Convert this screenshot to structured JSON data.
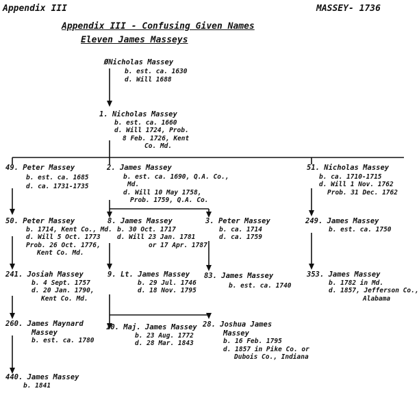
{
  "header": {
    "left": "Appendix III",
    "right": "MASSEY- 1736"
  },
  "title": {
    "line1": "Appendix III - Confusing Given Names",
    "line2": "Eleven James Masseys"
  },
  "people": [
    {
      "id": "p0",
      "lines": [
        "ØNicholas Massey",
        "b. est. ca. 1630",
        "d. Will 1688"
      ]
    },
    {
      "id": "p1",
      "lines": [
        "1. Nicholas Massey",
        "b. est. ca. 1660",
        "d. Will 1724, Prob.",
        "8 Feb. 1726, Kent",
        "Co. Md."
      ]
    },
    {
      "id": "p49",
      "lines": [
        "49. Peter Massey",
        "b. est. ca. 1685",
        "d. ca. 1731-1735"
      ]
    },
    {
      "id": "p2",
      "lines": [
        "2. James Massey",
        "b. est. ca. 1690, Q.A. Co.,",
        "Md.",
        "d. Will 10 May 1758,",
        "Prob. 1759, Q.A. Co."
      ]
    },
    {
      "id": "p51",
      "lines": [
        "51. Nicholas Massey",
        "b. ca. 1710-1715",
        "d. Will 1 Nov. 1762",
        "Prob. 31 Dec. 1762"
      ]
    },
    {
      "id": "p50",
      "lines": [
        "50. Peter Massey",
        "b. 1714, Kent Co., Md.",
        "d. Will 5 Oct. 1773",
        "Prob. 26 Oct. 1776,",
        "Kent Co. Md."
      ]
    },
    {
      "id": "p8",
      "lines": [
        "8. James Massey",
        "b. 30 Oct. 1717",
        "d. Will 23 Jan. 1781",
        "or 17 Apr. 1787"
      ]
    },
    {
      "id": "p3",
      "lines": [
        "3. Peter Massey",
        "b. ca. 1714",
        "d. ca. 1759"
      ]
    },
    {
      "id": "p249",
      "lines": [
        "249. James Massey",
        "b. est. ca. 1750"
      ]
    },
    {
      "id": "p241",
      "lines": [
        "241. Josiah Massey",
        "b. 4 Sept. 1757",
        "d. 20 Jan. 1790,",
        "Kent Co. Md."
      ]
    },
    {
      "id": "p9",
      "lines": [
        "9. Lt. James Massey",
        "b. 29 Jul. 1746",
        "d. 18 Nov. 1795"
      ]
    },
    {
      "id": "p83",
      "lines": [
        "83. James Massey",
        "b. est. ca. 1740"
      ]
    },
    {
      "id": "p353",
      "lines": [
        "353. James Massey",
        "b. 1782 in Md.",
        "d. 1857, Jefferson Co.,",
        "Alabama"
      ]
    },
    {
      "id": "p260",
      "lines": [
        "260. James Maynard",
        "Massey",
        "b. est. ca. 1780"
      ]
    },
    {
      "id": "p10",
      "lines": [
        "10. Maj. James Massey",
        "b. 23 Aug. 1772",
        "d. 28 Mar. 1843"
      ]
    },
    {
      "id": "p28",
      "lines": [
        "28. Joshua James",
        "Massey",
        "b. 16 Feb. 1795",
        "d. 1857 in Pike Co. or",
        "Dubois Co., Indiana"
      ]
    },
    {
      "id": "p440",
      "lines": [
        "440. James Massey",
        "b. 1841"
      ]
    }
  ]
}
